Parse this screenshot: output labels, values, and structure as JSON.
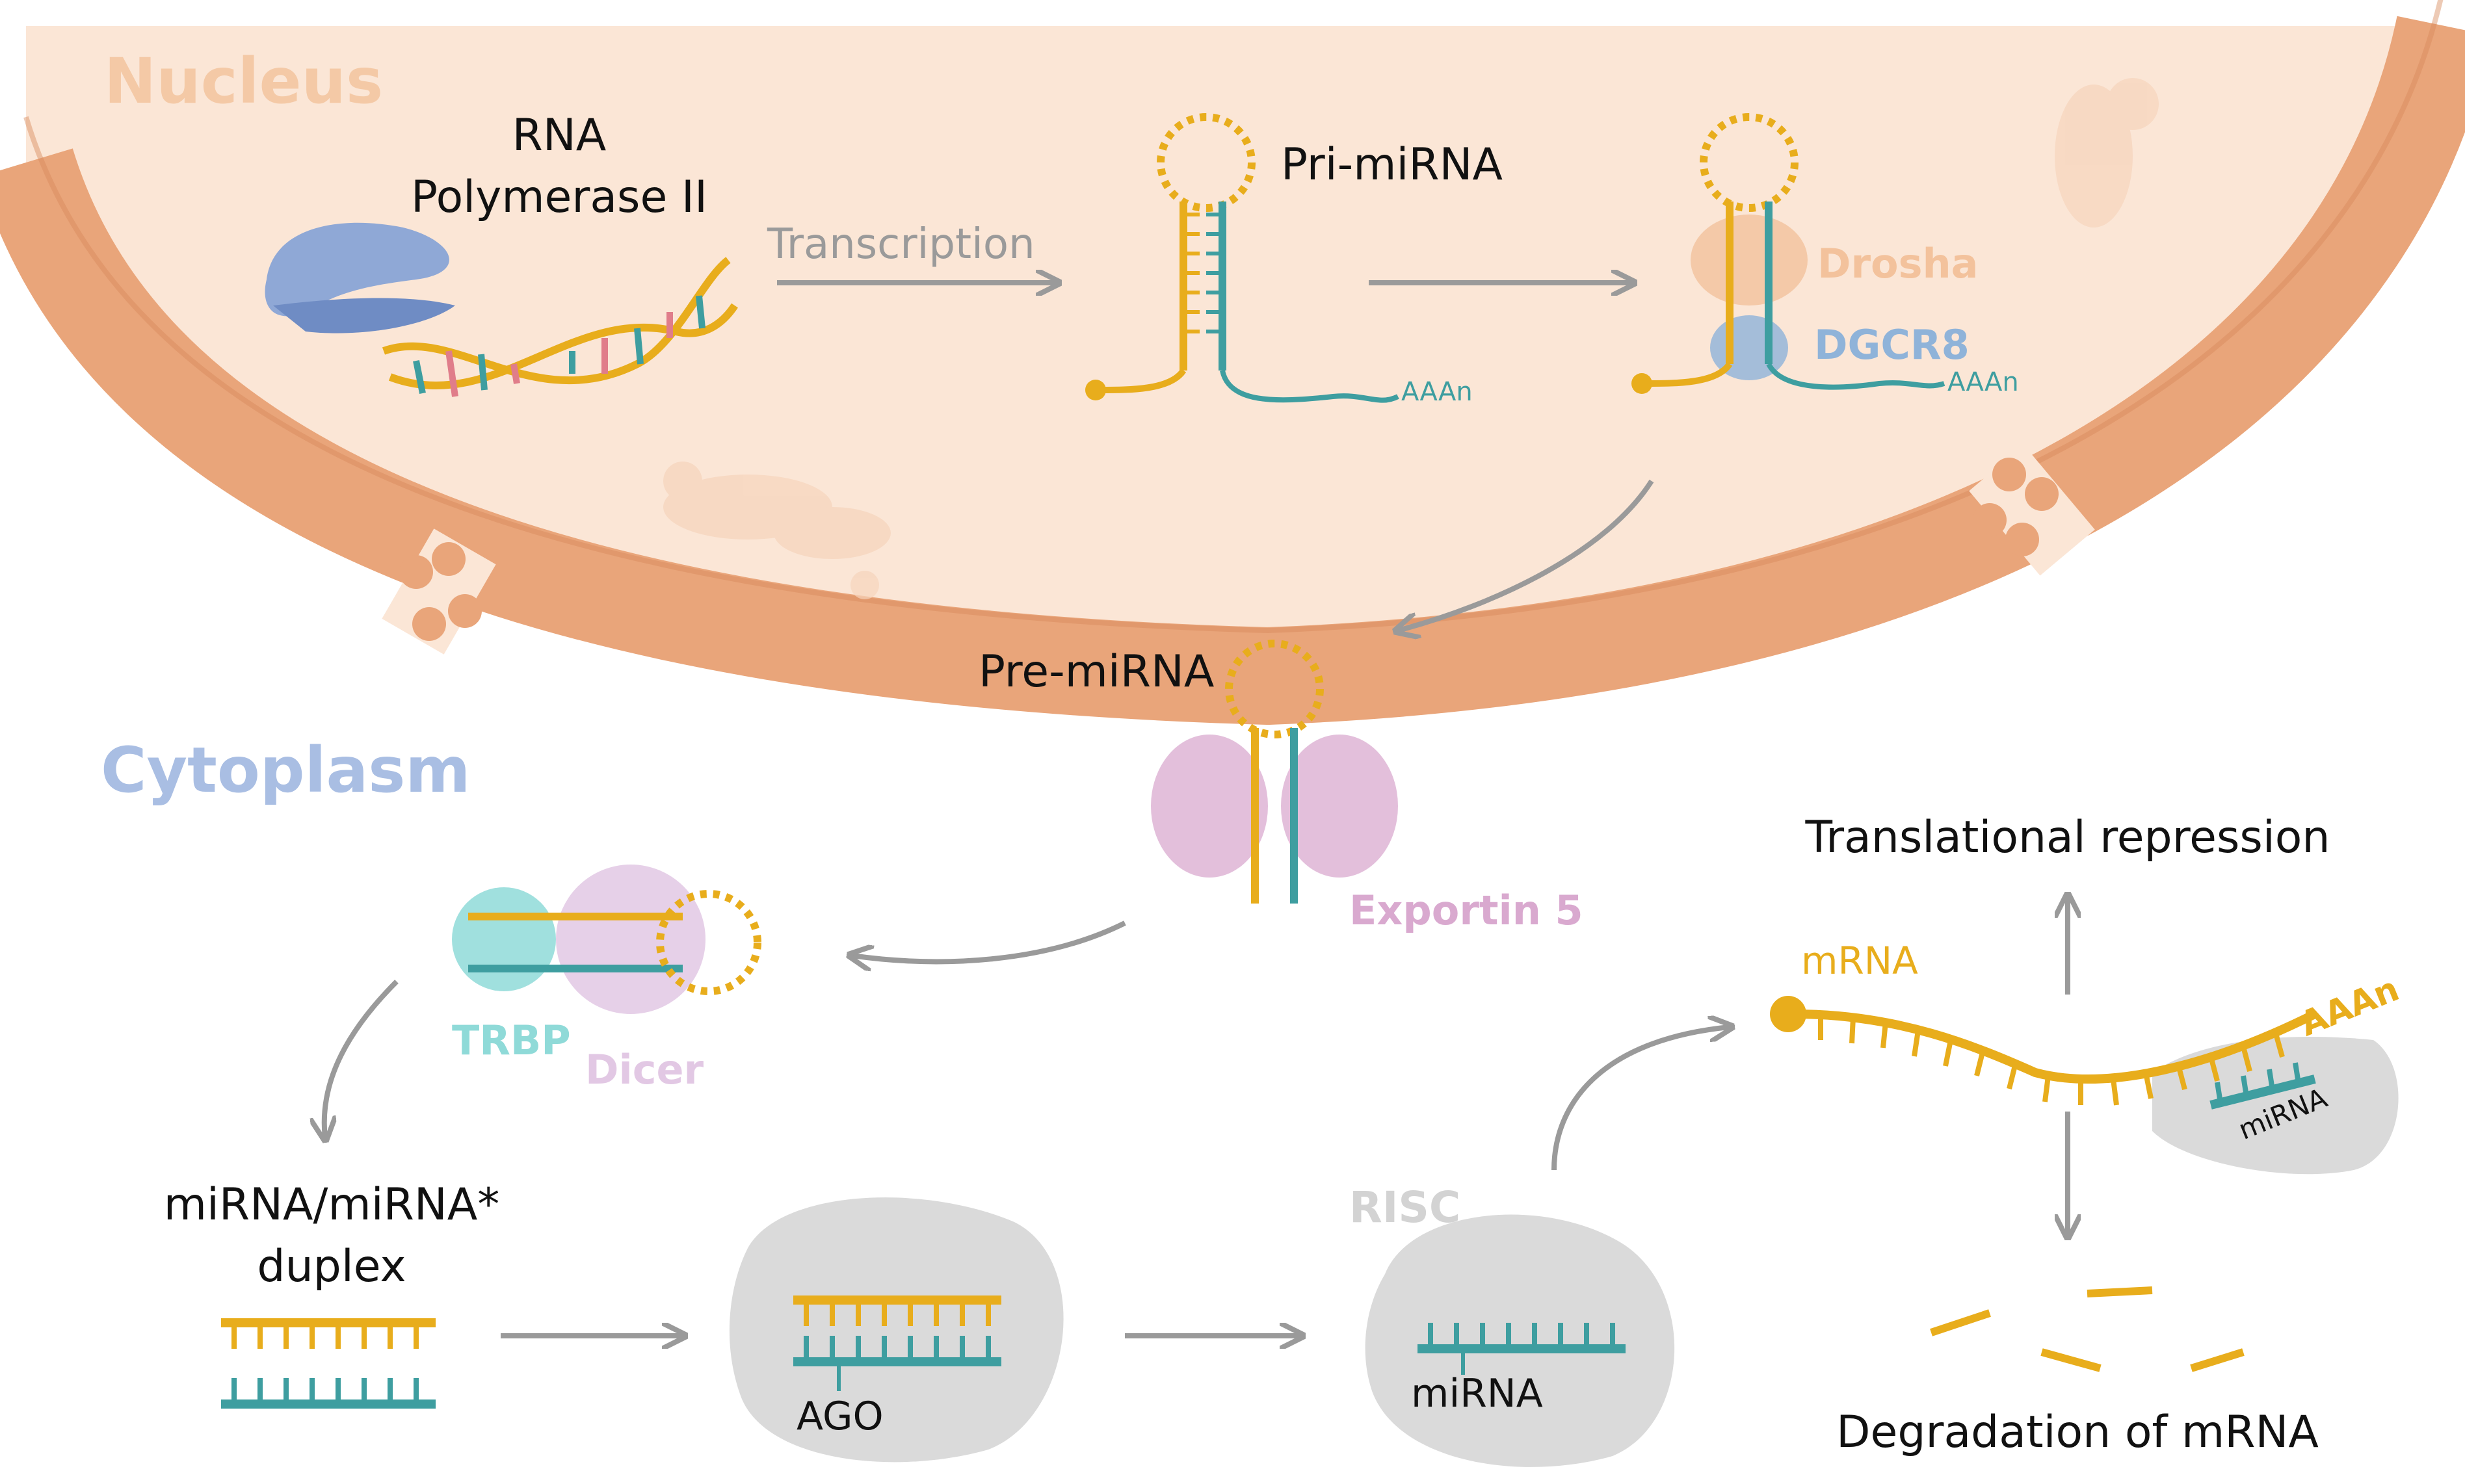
{
  "regions": {
    "nucleus": "Nucleus",
    "cytoplasm": "Cytoplasm"
  },
  "labels": {
    "rna_pol_line1": "RNA",
    "rna_pol_line2": "Polymerase II",
    "transcription": "Transcription",
    "pri_mirna": "Pri-miRNA",
    "drosha": "Drosha",
    "dgcr8": "DGCR8",
    "aaan_1": "AAAn",
    "aaan_2": "AAAn",
    "pre_mirna": "Pre-miRNA",
    "exportin5": "Exportin 5",
    "trbp": "TRBP",
    "dicer": "Dicer",
    "duplex_line1": "miRNA/miRNA*",
    "duplex_line2": "duplex",
    "ago": "AGO",
    "risc": "RISC",
    "mirna_risc": "miRNA",
    "mrna": "mRNA",
    "aaan_mrna": "AAAn",
    "mirna_target": "miRNA",
    "translational_repression": "Translational repression",
    "degradation": "Degradation of mRNA"
  },
  "colors": {
    "nucleus_fill": "#fbe6d6",
    "envelope": "#e9a57a",
    "envelope_dark": "#d68a5c",
    "rna_yellow": "#e8ad1c",
    "rna_teal": "#3e9ea0",
    "polymerase": "#8fa8d6",
    "drosha": "#f3c29c",
    "dgcr8": "#8fb3d9",
    "exportin": "#d9a9cf",
    "trbp": "#8fdad8",
    "dicer": "#e2c8e4",
    "risc_blob": "#dadada",
    "arrow": "#9a9a9a"
  }
}
